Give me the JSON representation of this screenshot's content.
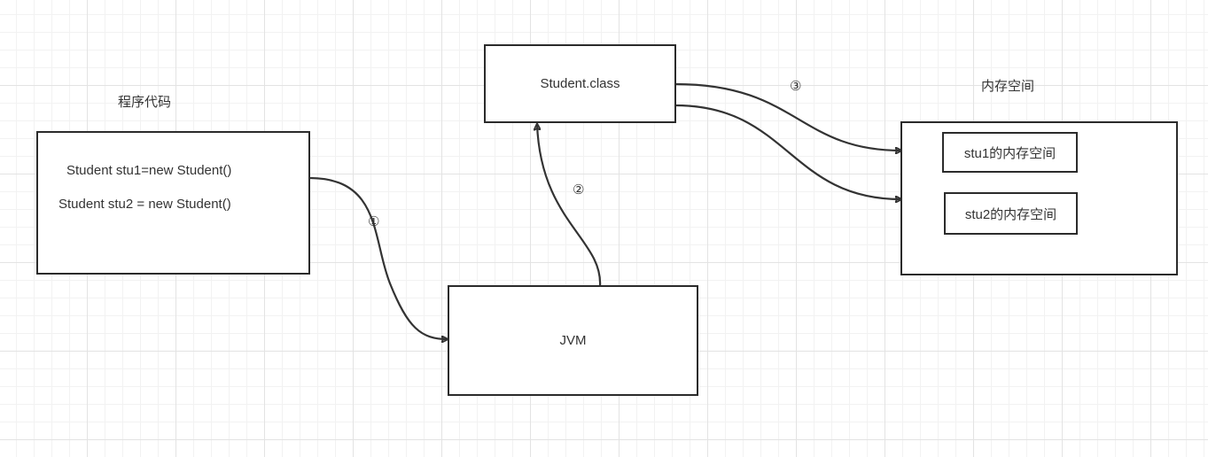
{
  "code_section": {
    "title": "程序代码",
    "lines": [
      "Student  stu1=new Student()",
      "Student stu2 = new Student()"
    ]
  },
  "jvm": {
    "label": "JVM"
  },
  "class_file": {
    "label": "Student.class"
  },
  "memory": {
    "title": "内存空间",
    "stu1": "stu1的内存空间",
    "stu2": "stu2的内存空间"
  },
  "steps": {
    "one": "①",
    "two": "②",
    "three": "③"
  },
  "colors": {
    "stroke": "#2b2b2b",
    "grid_major": "#e3e3e3",
    "grid_minor": "#f2f2f2"
  }
}
